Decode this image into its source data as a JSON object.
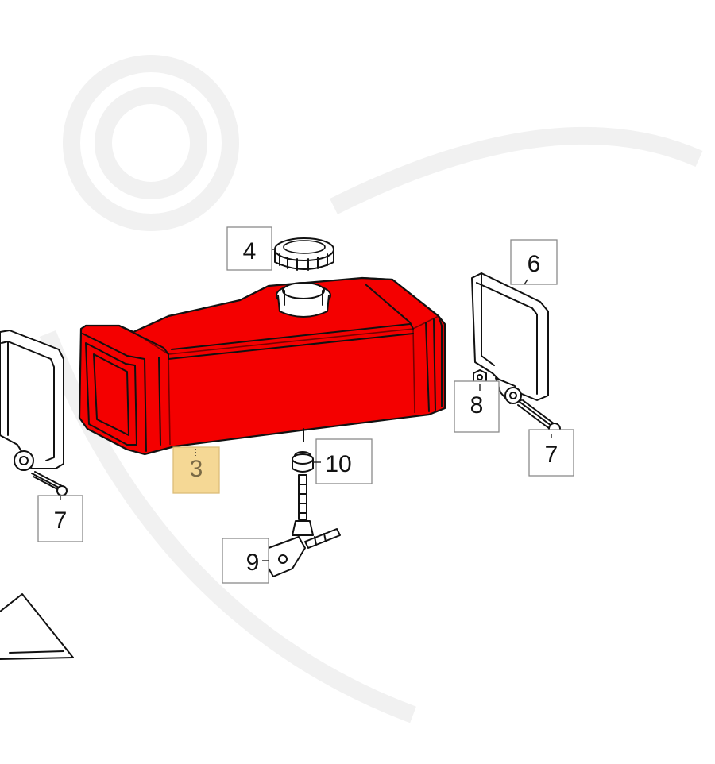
{
  "diagram": {
    "colors": {
      "tank": "#f40000",
      "highlight": "#f5d48a",
      "ink": "#111111",
      "callout_border": "#8a8a8a"
    },
    "callouts": [
      {
        "id": "callout-4",
        "label": "4",
        "part": "filler-cap",
        "highlighted": false
      },
      {
        "id": "callout-6",
        "label": "6",
        "part": "right-bracket",
        "highlighted": false
      },
      {
        "id": "callout-8",
        "label": "8",
        "part": "nut",
        "highlighted": false
      },
      {
        "id": "callout-7-right",
        "label": "7",
        "part": "bolt",
        "highlighted": false
      },
      {
        "id": "callout-3",
        "label": "3",
        "part": "fuel-tank",
        "highlighted": true
      },
      {
        "id": "callout-10",
        "label": "10",
        "part": "grommet",
        "highlighted": false
      },
      {
        "id": "callout-7-left",
        "label": "7",
        "part": "bolt",
        "highlighted": false
      },
      {
        "id": "callout-9",
        "label": "9",
        "part": "fuel-tap",
        "highlighted": false
      }
    ]
  }
}
